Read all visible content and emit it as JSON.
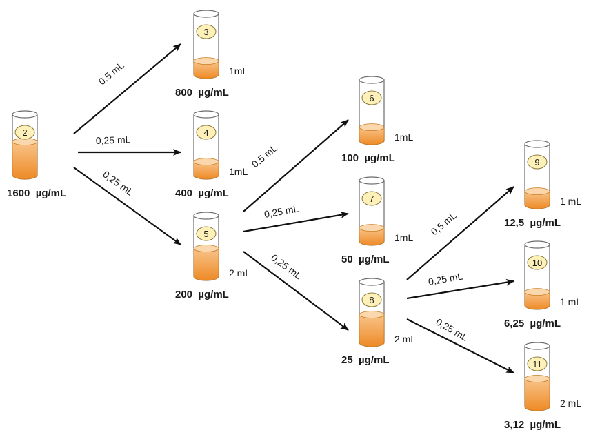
{
  "colors": {
    "liquid_light": "#fbd7ad",
    "liquid_dark": "#f0922e",
    "badge_fill": "#fdf0b8",
    "arrow": "#111111"
  },
  "tubes": [
    {
      "id": "2",
      "number": "2",
      "volume": "",
      "concentration": "1600  µg/mL",
      "fill_fraction": 0.55
    },
    {
      "id": "3",
      "number": "3",
      "volume": "1mL",
      "concentration": "800  µg/mL",
      "fill_fraction": 0.22
    },
    {
      "id": "4",
      "number": "4",
      "volume": "1mL",
      "concentration": "400  µg/mL",
      "fill_fraction": 0.22
    },
    {
      "id": "5",
      "number": "5",
      "volume": "2 mL",
      "concentration": "200  µg/mL",
      "fill_fraction": 0.46
    },
    {
      "id": "6",
      "number": "6",
      "volume": "1mL",
      "concentration": "100  µg/mL",
      "fill_fraction": 0.22
    },
    {
      "id": "7",
      "number": "7",
      "volume": "1mL",
      "concentration": "50  µg/mL",
      "fill_fraction": 0.22
    },
    {
      "id": "8",
      "number": "8",
      "volume": "2 mL",
      "concentration": "25  µg/mL",
      "fill_fraction": 0.46
    },
    {
      "id": "9",
      "number": "9",
      "volume": "1 mL",
      "concentration": "12,5  µg/mL",
      "fill_fraction": 0.22
    },
    {
      "id": "10",
      "number": "10",
      "volume": "1 mL",
      "concentration": "6,25  µg/mL",
      "fill_fraction": 0.22
    },
    {
      "id": "11",
      "number": "11",
      "volume": "2 mL",
      "concentration": "3,12  µg/mL",
      "fill_fraction": 0.46
    }
  ],
  "transfers": [
    {
      "from": "2",
      "to": "3",
      "label": "0,5 mL"
    },
    {
      "from": "2",
      "to": "4",
      "label": "0,25 mL"
    },
    {
      "from": "2",
      "to": "5",
      "label": "0,25 mL"
    },
    {
      "from": "5",
      "to": "6",
      "label": "0,5 mL"
    },
    {
      "from": "5",
      "to": "7",
      "label": "0,25 mL"
    },
    {
      "from": "5",
      "to": "8",
      "label": "0,25 mL"
    },
    {
      "from": "8",
      "to": "9",
      "label": "0,5 mL"
    },
    {
      "from": "8",
      "to": "10",
      "label": "0,25 mL"
    },
    {
      "from": "8",
      "to": "11",
      "label": "0,25 mL"
    }
  ]
}
